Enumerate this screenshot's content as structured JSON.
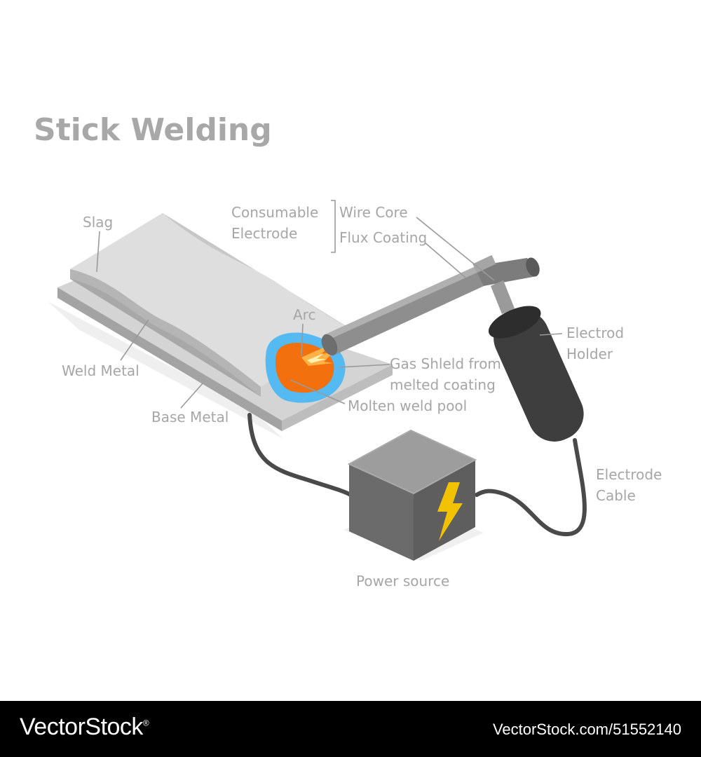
{
  "title": "Stick Welding",
  "labels": {
    "slag": "Slag",
    "weld_metal": "Weld Metal",
    "base_metal": "Base Metal",
    "consumable_line1": "Consumable",
    "consumable_line2": "Electrode",
    "wire_core": "Wire Core",
    "flux_coating": "Flux Coating",
    "arc": "Arc",
    "gas_shield_line1": "Gas Shleld from",
    "gas_shield_line2": "melted coating",
    "molten_pool": "Molten weld pool",
    "holder_line1": "Electrod",
    "holder_line2": "Holder",
    "cable_line1": "Electrode",
    "cable_line2": "Cable",
    "power_source": "Power source"
  },
  "footer": {
    "brand": "VectorStock",
    "registered_mark": "®",
    "image_id": "VectorStock.com/51552140"
  },
  "colors": {
    "plate_top": "#c9c9c9",
    "plate_side": "#a9a9a9",
    "weld_top": "#dedede",
    "electrode": "#8f8f8f",
    "holder": "#3d3d3d",
    "cable": "#4a4a4a",
    "box_top": "#9a9a9a",
    "box_side": "#6e6e6e",
    "bolt": "#f2c200",
    "pool": "#f2700d",
    "shield": "#55b9f2"
  }
}
